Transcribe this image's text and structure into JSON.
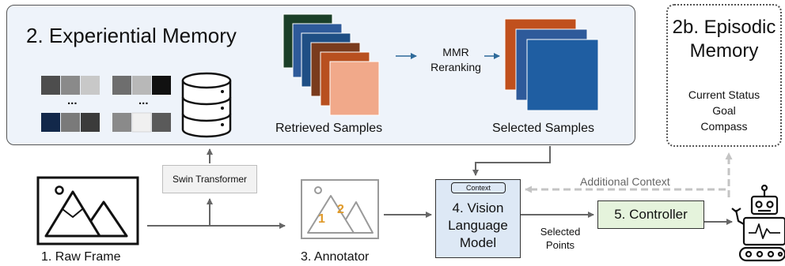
{
  "experiential_memory": {
    "title": "2. Experiential Memory",
    "retrieved_label": "Retrieved Samples",
    "selected_label": "Selected Samples",
    "mmr_line1": "MMR",
    "mmr_line2": "Reranking",
    "ellipsis": "..."
  },
  "episodic_memory": {
    "title_line1": "2b. Episodic",
    "title_line2": "Memory",
    "items": [
      "Current Status",
      "Goal",
      "Compass"
    ]
  },
  "raw_frame": {
    "label": "1. Raw Frame"
  },
  "swin": {
    "label": "Swin Transformer"
  },
  "annotator": {
    "label": "3. Annotator",
    "mark1": "1",
    "mark2": "2"
  },
  "vlm": {
    "context_tag": "Context",
    "line1": "4. Vision",
    "line2": "Language",
    "line3": "Model"
  },
  "controller": {
    "label": "5. Controller"
  },
  "edges": {
    "additional_context": "Additional Context",
    "selected_points_line1": "Selected",
    "selected_points_line2": "Points"
  },
  "colors": {
    "memory_bg": "#eef3fa",
    "vlm_bg": "#dde8f5",
    "controller_bg": "#e5f3dc",
    "retrieved_stack": [
      "#1b3f28",
      "#2e5a9a",
      "#1f4f85",
      "#7a3b1d",
      "#b8501f",
      "#f1a98a"
    ],
    "selected_stack": [
      "#c0501d",
      "#2e5a9a",
      "#1f5ea2"
    ]
  }
}
